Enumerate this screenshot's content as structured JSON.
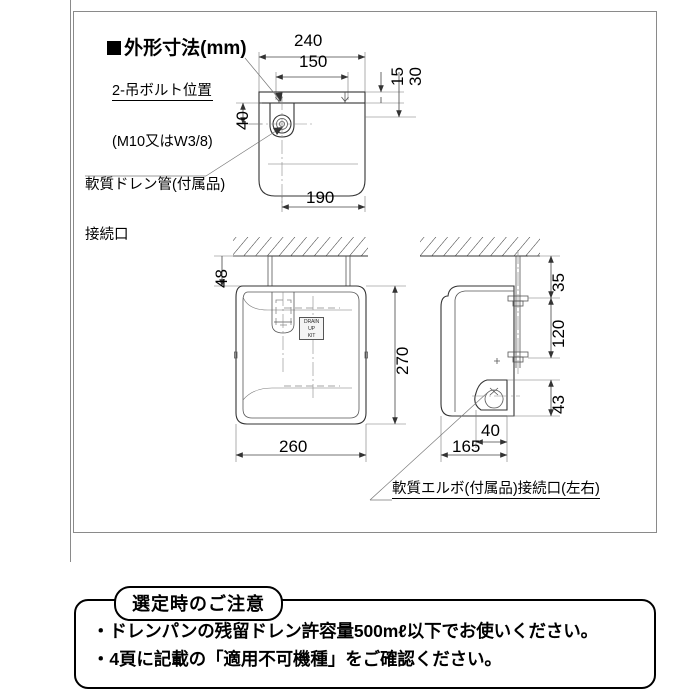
{
  "page": {
    "title_bullet": "■",
    "title": "外形寸法(mm)"
  },
  "drawing": {
    "labels": {
      "bolt_position_line1": "2-吊ボルト位置",
      "bolt_position_line2": "(M10又はW3/8)",
      "drain_pipe_line1": "軟質ドレン管(付属品)",
      "drain_pipe_line2": "接続口",
      "elbow": "軟質エルボ(付属品)接続口(左右)",
      "unit_tag_line1": "DRAIN",
      "unit_tag_line2": "UP",
      "unit_tag_line3": "KIT"
    },
    "dimensions": {
      "top_view": {
        "width_overall": "240",
        "bolt_pitch": "150",
        "flange_thickness": "15",
        "flange_to_body": "30",
        "drain_offset": "40",
        "body_depth": "190"
      },
      "front_view": {
        "hanger_length": "48",
        "height": "270",
        "width": "260"
      },
      "side_view": {
        "bolt_top": "35",
        "bolt_span": "120",
        "elbow_height": "43",
        "elbow_offset": "40",
        "depth": "165"
      }
    }
  },
  "notice": {
    "tab_label": "選定時のご注意",
    "items": [
      "・ドレンパンの残留ドレン許容量500mℓ以下でお使いください。",
      "・4頁に記載の「適用不可機種」をご確認ください。"
    ]
  },
  "colors": {
    "line": "#000000",
    "frame": "#8a8a8a",
    "thin": "#555555"
  }
}
